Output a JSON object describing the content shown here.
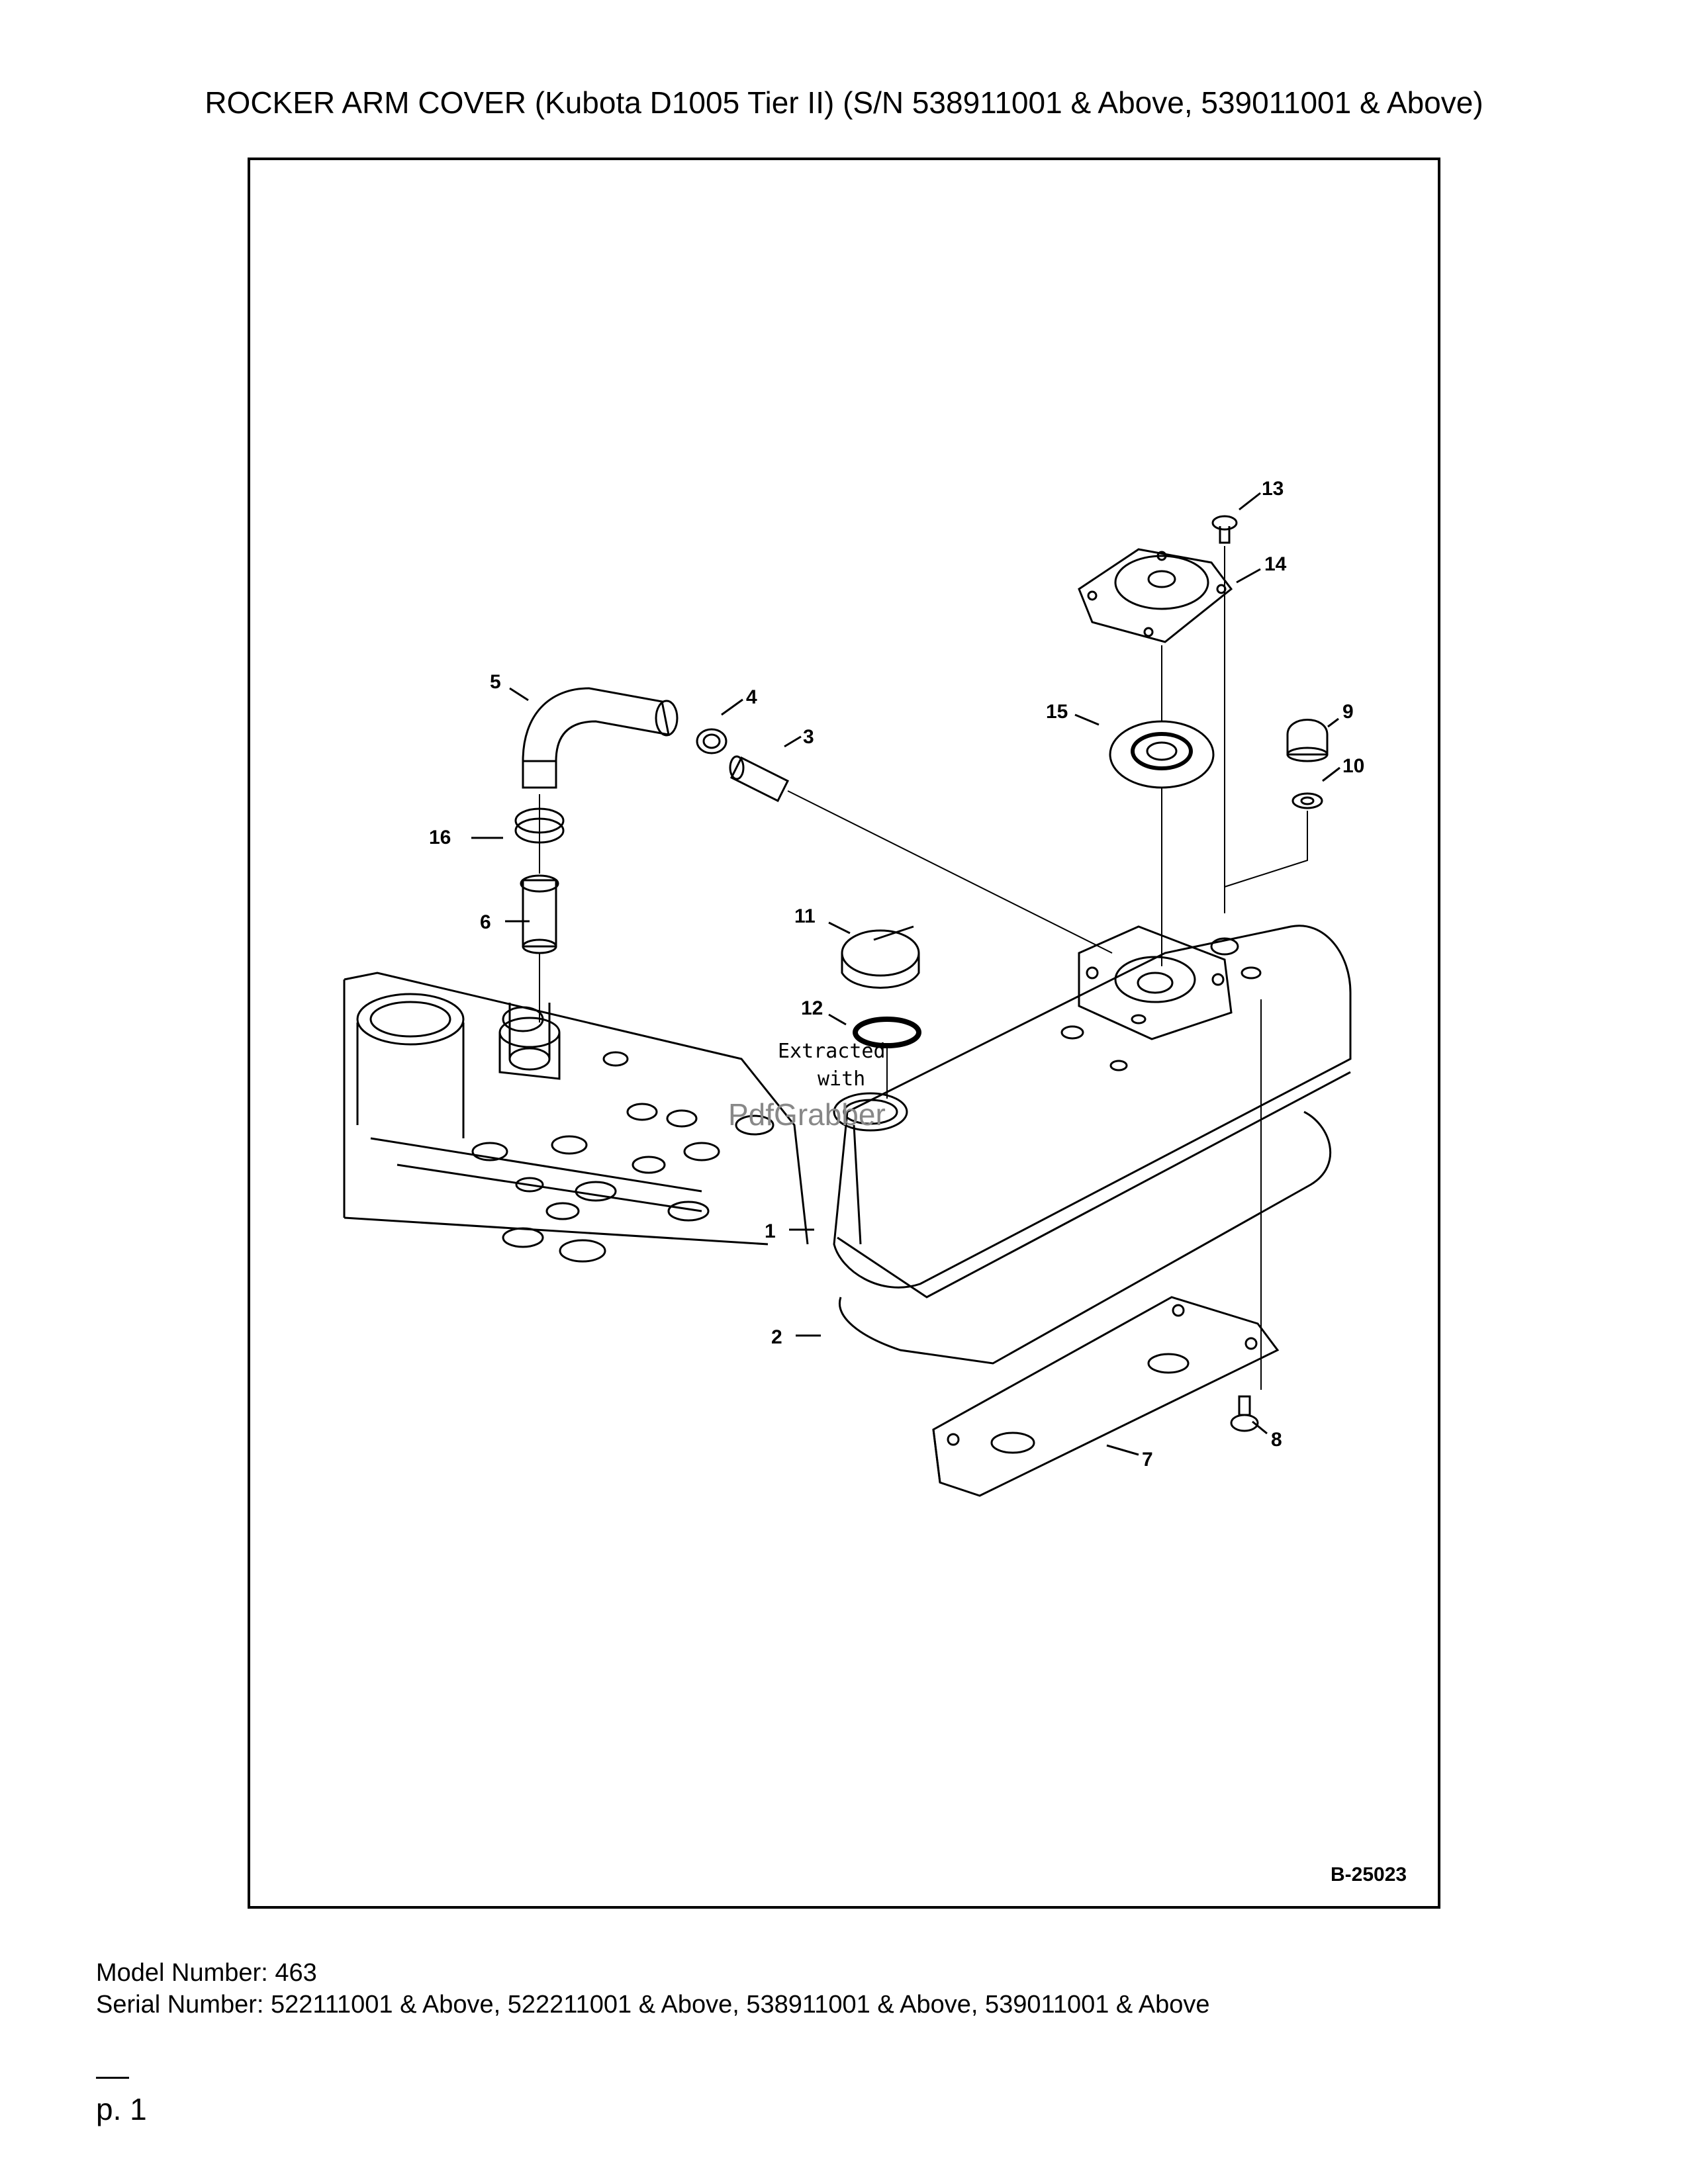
{
  "document": {
    "title": "ROCKER ARM COVER (Kubota D1005 Tier II) (S/N 538911001 & Above, 539011001 & Above)",
    "figure_code": "B-25023",
    "callouts": [
      "1",
      "2",
      "3",
      "4",
      "5",
      "6",
      "7",
      "8",
      "9",
      "10",
      "11",
      "12",
      "13",
      "14",
      "15",
      "16"
    ],
    "watermark": {
      "line1": "Extracted",
      "line2": "with",
      "line3": "PdfGrabber"
    },
    "model_line": "Model Number: 463",
    "serial_line": "Serial Number: 522111001 & Above, 522211001 & Above, 538911001 & Above, 539011001 & Above",
    "page_number": "p. 1"
  }
}
